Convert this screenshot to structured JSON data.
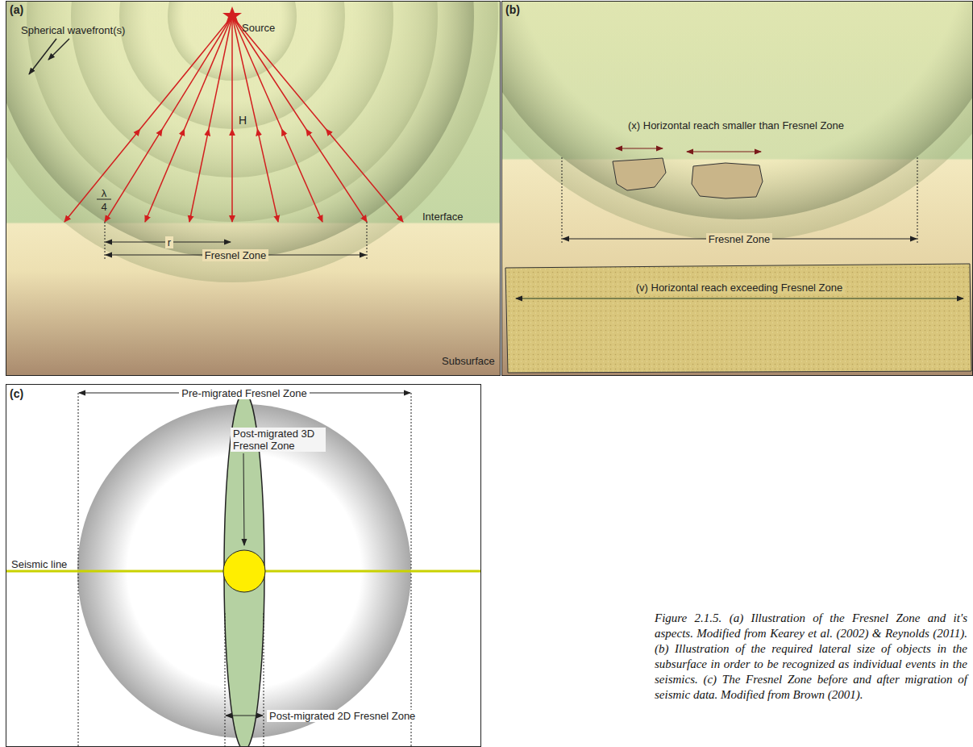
{
  "diagram": {
    "caption": "Figure 2.1.5. (a) Illustration of the Fresnel Zone and it's aspects. Modified from Kearey et al. (2002) & Reynolds (2011). (b) Illustration of the required lateral size of objects in the subsurface in order to be recognized as individual events in the seismics. (c) The Fresnel Zone before and after migration of seismic data. Modified from Brown (2001).",
    "labels": [
      "(a)",
      "Spherical wavefront(s)",
      "Source",
      "H",
      "λ",
      "4",
      "Interface",
      "r",
      "Fresnel Zone",
      "Subsurface",
      "(b)",
      "(x) Horizontal reach smaller than Fresnel Zone",
      "Fresnel Zone",
      "(v) Horizontal reach exceeding Fresnel Zone",
      "(c)",
      "Pre-migrated Fresnel Zone",
      "Seismic line",
      "Post-migrated 3D Fresnel Zone",
      "Post-migrated 2D Fresnel Zone"
    ]
  }
}
